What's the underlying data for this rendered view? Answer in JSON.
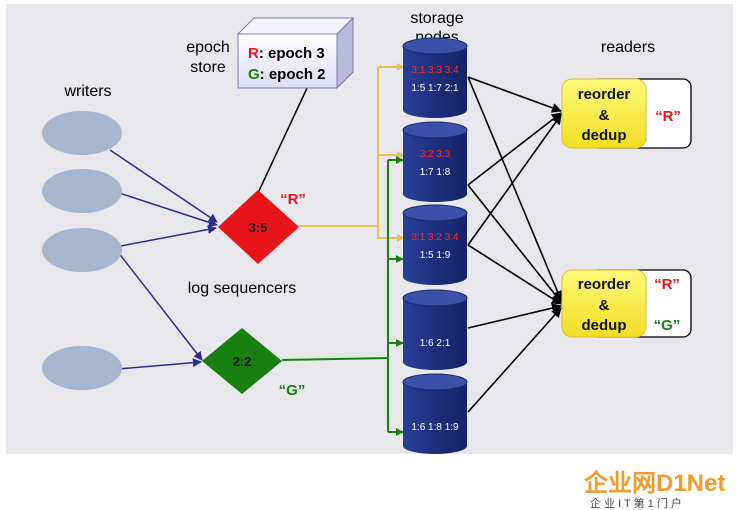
{
  "labels": {
    "epoch_store": [
      "epoch",
      "store"
    ],
    "storage_nodes": [
      "storage",
      "nodes"
    ],
    "readers": "readers",
    "writers": "writers",
    "log_sequencers": "log sequencers"
  },
  "epoch_box": {
    "line1_key": "R",
    "line1_rest": ": epoch 3",
    "line2_key": "G",
    "line2_rest": ": epoch 2"
  },
  "sequencers": {
    "red": {
      "value": "3:5",
      "tag": "“R”",
      "color": "#e8141c"
    },
    "green": {
      "value": "2:2",
      "tag": "“G”",
      "color": "#18800e"
    }
  },
  "nodes": [
    {
      "top": "3:1  3:3  3:4",
      "bottom": "1:5  1:7  2:1"
    },
    {
      "top": "3:2  3:3",
      "bottom": "1:7  1:8"
    },
    {
      "top": "3:1  3:2  3:4",
      "bottom": "1:5  1:9"
    },
    {
      "top": "",
      "bottom": "1:6  2:1"
    },
    {
      "top": "",
      "bottom": "1:6  1:8  1:9"
    }
  ],
  "reader_boxes": [
    {
      "lines": [
        "reorder",
        "&",
        "dedup"
      ],
      "tags": [
        "“R”"
      ]
    },
    {
      "lines": [
        "reorder",
        "&",
        "dedup"
      ],
      "tags": [
        "“R”",
        "“G”"
      ]
    }
  ],
  "logo": {
    "text": "企业网D1Net",
    "sub": "企 业 I T 第 1 门 户"
  },
  "colors": {
    "background": "#e7e7ec",
    "writer": "#a7b5cf",
    "writer_arrow": "#2a2f8c",
    "yellow_arrow": "#e6bf55",
    "green_arrow": "#19820f",
    "cylinder": "#1c2f7d",
    "reader_fill": "#fff34b",
    "red_text": "#e8141c",
    "green_text": "#18800e"
  }
}
